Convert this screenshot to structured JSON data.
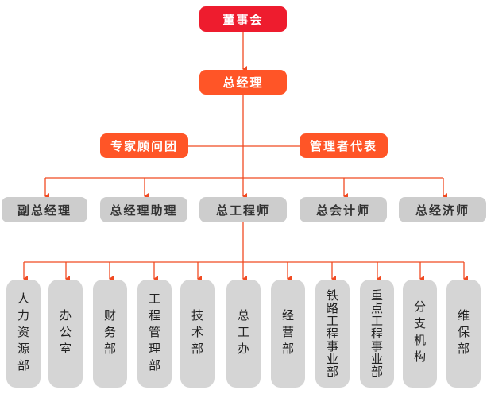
{
  "colors": {
    "board": "#ee1c2e",
    "accent": "#ff5527",
    "gray": "#cdcdcd",
    "line": "#f04a22"
  },
  "level0": {
    "label": "董事会"
  },
  "level1": {
    "label": "总经理"
  },
  "advisors": [
    {
      "label": "专家顾问团"
    },
    {
      "label": "管理者代表"
    }
  ],
  "level2": [
    {
      "label": "副总经理"
    },
    {
      "label": "总经理助理"
    },
    {
      "label": "总工程师"
    },
    {
      "label": "总会计师"
    },
    {
      "label": "总经济师"
    }
  ],
  "departments": [
    {
      "label": "人力资源部"
    },
    {
      "label": "办公室"
    },
    {
      "label": "财务部"
    },
    {
      "label": "工程管理部"
    },
    {
      "label": "技术部"
    },
    {
      "label": "总工办"
    },
    {
      "label": "经营部"
    },
    {
      "label": "铁路工程事业部"
    },
    {
      "label": "重点工程事业部"
    },
    {
      "label": "分支机构"
    },
    {
      "label": "维保部"
    }
  ]
}
